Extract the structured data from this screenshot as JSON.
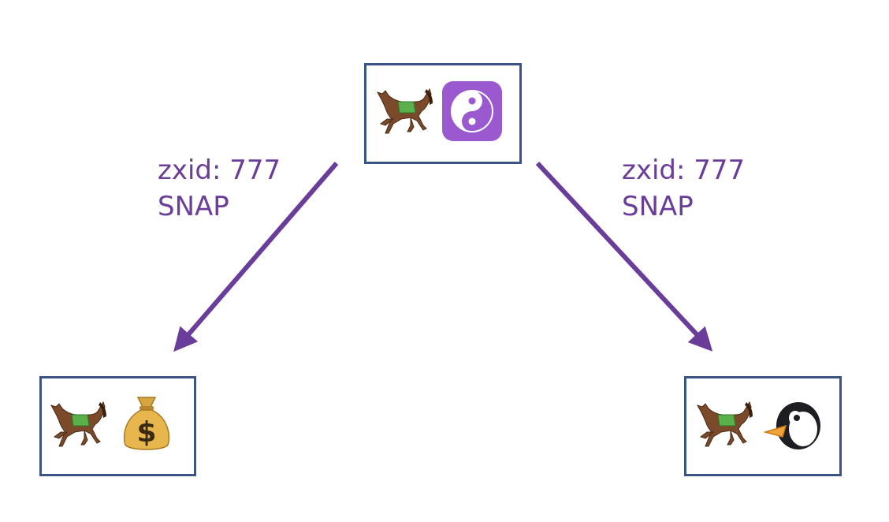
{
  "nodes": {
    "top": {
      "icons": [
        "horse-icon",
        "yin-yang-icon"
      ]
    },
    "left": {
      "icons": [
        "horse-icon",
        "money-bag-icon"
      ]
    },
    "right": {
      "icons": [
        "horse-icon",
        "penguin-icon"
      ]
    }
  },
  "edges": [
    {
      "from": "top",
      "to": "left",
      "zxid": "zxid: 777",
      "type": "SNAP"
    },
    {
      "from": "top",
      "to": "right",
      "zxid": "zxid: 777",
      "type": "SNAP"
    }
  ],
  "colors": {
    "arrow": "#6a3d9a",
    "label": "#6a3d9a",
    "box_border": "#3b5486",
    "yin_yang_bg": "#9b59d0"
  }
}
